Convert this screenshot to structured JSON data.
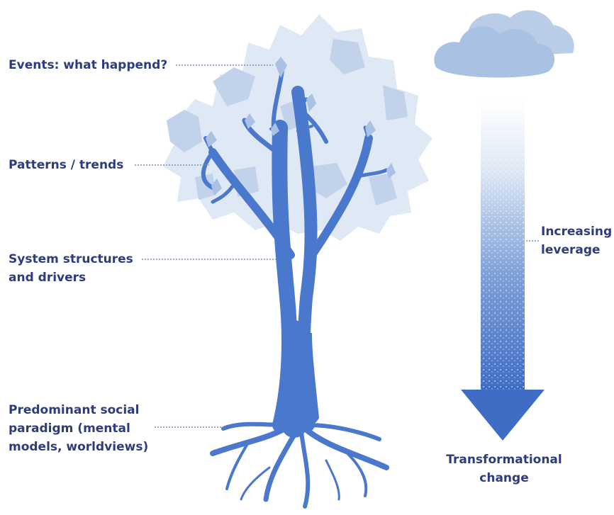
{
  "labels": {
    "events": "Events: what happend?",
    "patterns": "Patterns / trends",
    "structures": "System structures\nand drivers",
    "paradigm": "Predominant social\nparadigm (mental\nmodels, worldviews)",
    "leverage": "Increasing\nleverage",
    "transformation": "Transformational\nchange"
  },
  "colors": {
    "text": "#2d3c7e",
    "tree": "#4a78cc",
    "foliage_light": "#dfe8f5",
    "foliage_mid": "#c1d2ea",
    "cloud": "#a9c1e2",
    "leader": "#7f8fb6"
  },
  "icons": {
    "tree": "tree-illustration",
    "cloud": "cloud-icon",
    "arrow": "down-arrow-icon"
  }
}
